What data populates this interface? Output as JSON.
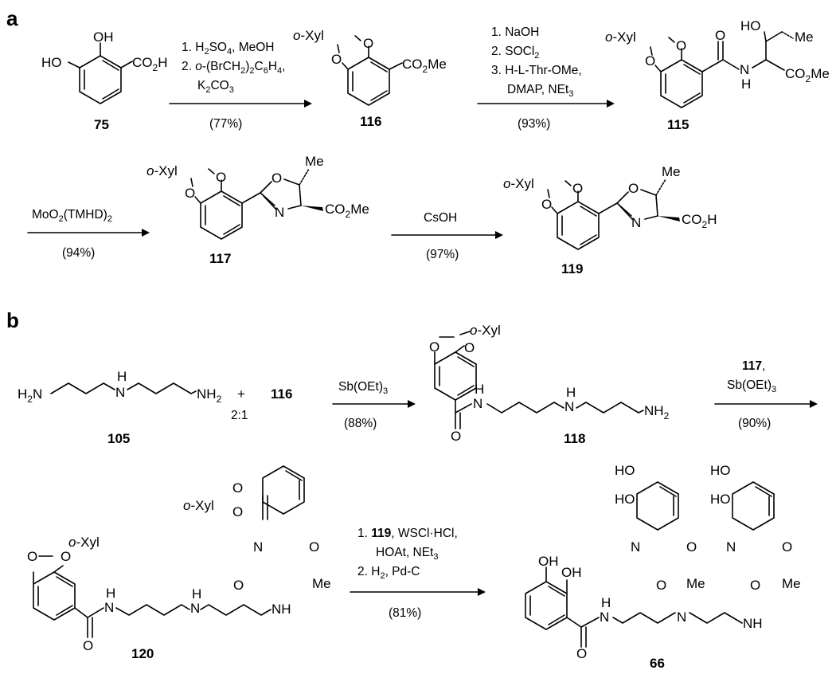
{
  "panels": {
    "a": "a",
    "b": "b"
  },
  "compounds": {
    "c75": "75",
    "c116": "116",
    "c115": "115",
    "c117": "117",
    "c119": "119",
    "c105": "105",
    "c116b": "116",
    "c118": "118",
    "c120": "120",
    "c66": "66"
  },
  "atoms": {
    "OH": "OH",
    "HO": "HO",
    "O": "O",
    "N": "N",
    "H": "H",
    "oxyl_o": "o",
    "oxyl_rest": "-Xyl",
    "Me": "Me",
    "CO2": "CO",
    "sub2": "2",
    "CO2H_H": "H",
    "CO2Me_Me": "Me",
    "H2N": "H",
    "NH2": "NH",
    "NH": "NH"
  },
  "conditions": {
    "r1": {
      "l1a": "1. H",
      "l1sub": "2",
      "l1b": "SO",
      "l1sub2": "4",
      "l1c": ", MeOH",
      "l2a": "2. ",
      "l2o": "o",
      "l2b": "-(BrCH",
      "l2s1": "2",
      "l2c": ")",
      "l2s2": "2",
      "l2d": "C",
      "l2s3": "6",
      "l2e": "H",
      "l2s4": "4",
      "l2f": ",",
      "l3a": "K",
      "l3s1": "2",
      "l3b": "CO",
      "l3s2": "3",
      "yield": "(77%)"
    },
    "r2": {
      "l1": "1. NaOH",
      "l2a": "2. SOCl",
      "l2s": "2",
      "l3": "3. H-L-Thr-OMe,",
      "l4a": "DMAP, NEt",
      "l4s": "3",
      "yield": "(93%)"
    },
    "r3": {
      "a": "MoO",
      "s1": "2",
      "b": "(TMHD)",
      "s2": "2",
      "yield": "(94%)"
    },
    "r4": {
      "reagent": "CsOH",
      "yield": "(97%)"
    },
    "r5": {
      "a": "Sb(OEt)",
      "s": "3",
      "yield": "(88%)"
    },
    "r6": {
      "c": "117",
      "comma": ",",
      "a": "Sb(OEt)",
      "s": "3",
      "yield": "(90%)"
    },
    "r7": {
      "l1a": "1. ",
      "l1c": "119",
      "l1b": ", WSCl·HCl,",
      "l2a": "HOAt, NEt",
      "l2s": "3",
      "l3a": "2. H",
      "l3s": "2",
      "l3b": ", Pd-C",
      "yield": "(81%)"
    }
  },
  "plus": "+",
  "ratio": "2:1"
}
